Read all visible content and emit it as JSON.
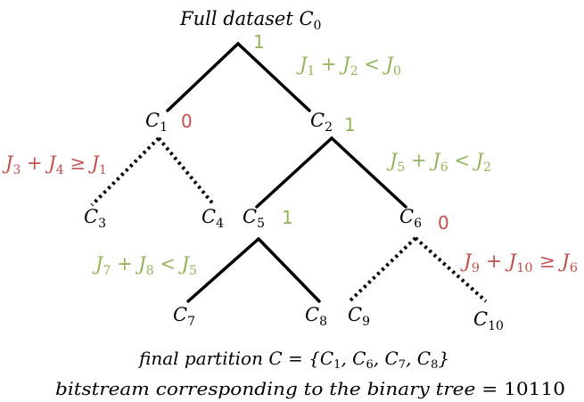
{
  "colors": {
    "accept": "#92b35a",
    "reject": "#c0504d",
    "ink": "#000000"
  },
  "root": {
    "text": "Full dataset ",
    "sym": "C",
    "sub": "0",
    "flag": "1"
  },
  "nodes": {
    "c1": {
      "sym": "C",
      "sub": "1",
      "flag": "0"
    },
    "c2": {
      "sym": "C",
      "sub": "2",
      "flag": "1"
    },
    "c3": {
      "sym": "C",
      "sub": "3"
    },
    "c4": {
      "sym": "C",
      "sub": "4"
    },
    "c5": {
      "sym": "C",
      "sub": "5",
      "flag": "1"
    },
    "c6": {
      "sym": "C",
      "sub": "6",
      "flag": "0"
    },
    "c7": {
      "sym": "C",
      "sub": "7"
    },
    "c8": {
      "sym": "C",
      "sub": "8"
    },
    "c9": {
      "sym": "C",
      "sub": "9"
    },
    "c10": {
      "sym": "C",
      "sub": "10"
    }
  },
  "conditions": {
    "split0": {
      "a": "J",
      "as": "1",
      "op1": " + ",
      "b": "J",
      "bs": "2",
      "op2": " < ",
      "c": "J",
      "cs": "0"
    },
    "split1": {
      "a": "J",
      "as": "3",
      "op1": " + ",
      "b": "J",
      "bs": "4",
      "op2": " ≥ ",
      "c": "J",
      "cs": "1"
    },
    "split2": {
      "a": "J",
      "as": "5",
      "op1": " + ",
      "b": "J",
      "bs": "6",
      "op2": " < ",
      "c": "J",
      "cs": "2"
    },
    "split5": {
      "a": "J",
      "as": "7",
      "op1": " + ",
      "b": "J",
      "bs": "8",
      "op2": " < ",
      "c": "J",
      "cs": "5"
    },
    "split6": {
      "a": "J",
      "as": "9",
      "op1": " + ",
      "b": "J",
      "bs": "10",
      "op2": " ≥ ",
      "c": "J",
      "cs": "6"
    }
  },
  "caption": {
    "line1_prefix": "final partition C = {",
    "line1_items": [
      "1",
      "6",
      "7",
      "8"
    ],
    "line1_suffix": "}",
    "line2_prefix": "bitstream  corresponding to the binary tree = ",
    "line2_bits": "10110"
  }
}
